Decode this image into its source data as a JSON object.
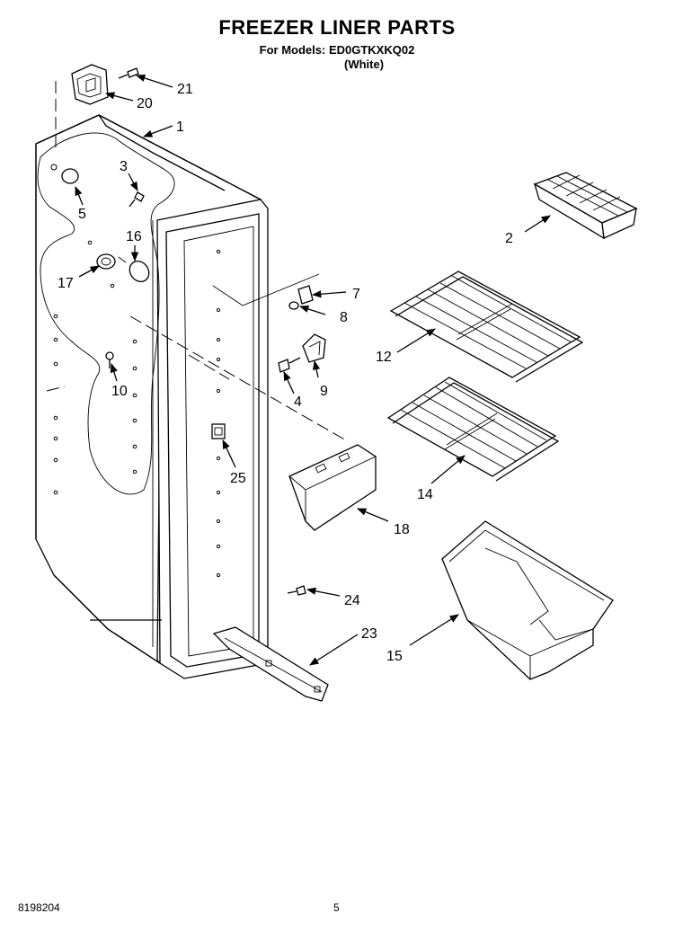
{
  "header": {
    "title": "FREEZER LINER PARTS",
    "models_line": "For Models: ED0GTKXKQ02",
    "variant": "(White)"
  },
  "footer": {
    "doc_number": "8198204",
    "page_number": "5"
  },
  "callouts": {
    "c1": "1",
    "c2": "2",
    "c3": "3",
    "c4": "4",
    "c5": "5",
    "c7": "7",
    "c8": "8",
    "c9": "9",
    "c10": "10",
    "c12": "12",
    "c14": "14",
    "c15": "15",
    "c16": "16",
    "c17": "17",
    "c18": "18",
    "c20": "20",
    "c21": "21",
    "c23": "23",
    "c24": "24",
    "c25": "25"
  }
}
